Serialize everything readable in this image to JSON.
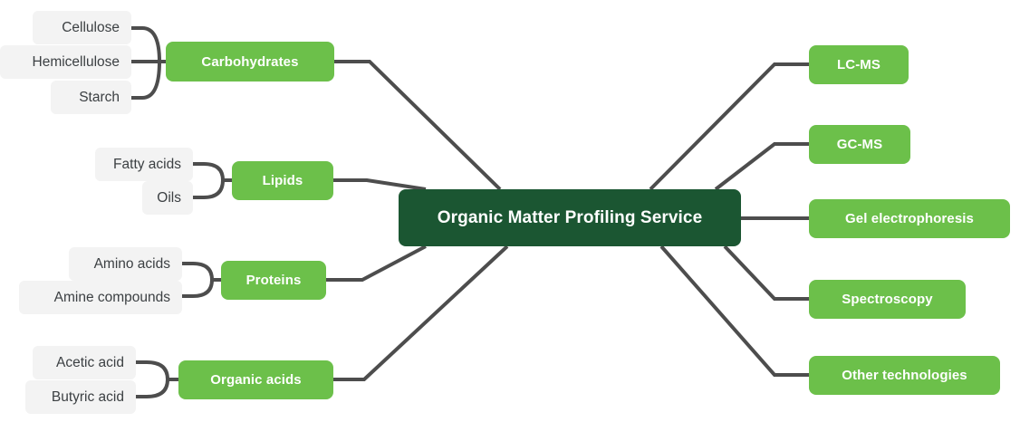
{
  "diagram": {
    "type": "mind-map",
    "title": "Organic Matter Profiling Service",
    "colors": {
      "center_fill": "#1b5632",
      "branch_fill": "#6cc04a",
      "leaf_fill": "#f3f3f3",
      "leaf_text": "#3c4043",
      "connector": "#4d4d4d",
      "node_text": "#ffffff",
      "background": "#ffffff"
    },
    "center": {
      "label": "Organic Matter Profiling Service"
    },
    "left_branches": [
      {
        "label": "Carbohydrates",
        "leaves": [
          "Cellulose",
          "Hemicellulose",
          "Starch"
        ]
      },
      {
        "label": "Lipids",
        "leaves": [
          "Fatty acids",
          "Oils"
        ]
      },
      {
        "label": "Proteins",
        "leaves": [
          "Amino acids",
          "Amine compounds"
        ]
      },
      {
        "label": "Organic acids",
        "leaves": [
          "Acetic acid",
          "Butyric acid"
        ]
      }
    ],
    "right_branches": [
      {
        "label": "LC-MS"
      },
      {
        "label": "GC-MS"
      },
      {
        "label": "Gel electrophoresis"
      },
      {
        "label": "Spectroscopy"
      },
      {
        "label": "Other technologies"
      }
    ]
  }
}
